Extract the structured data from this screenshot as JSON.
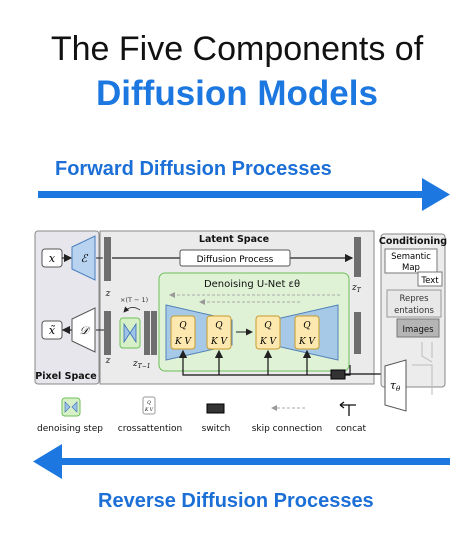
{
  "title": {
    "line1": "The Five Components of",
    "line2": "Diffusion Models"
  },
  "forward_label": "Forward Diffusion Processes",
  "reverse_label": "Reverse Diffusion Processes",
  "diagram": {
    "latent_space": "Latent Space",
    "diffusion_process": "Diffusion Process",
    "denoising_unet": "Denoising U-Net εθ",
    "pixel_space": "Pixel Space",
    "conditioning": "Conditioning",
    "cond_semantic_map": [
      "Semantic",
      "Map"
    ],
    "cond_text": "Text",
    "cond_representations": [
      "Repres",
      "entations"
    ],
    "cond_images": "Images",
    "x": "x",
    "x_tilde": "x̃",
    "encoder": "ℰ",
    "decoder": "𝒟",
    "z": "z",
    "z_T": "z",
    "z_T_sub": "T",
    "z_T1": "z",
    "z_T1_sub": "T−1",
    "repeat": "×(T − 1)",
    "tau": "τ",
    "tau_sub": "θ",
    "qkv_q": "Q",
    "qkv_kv": "K V"
  },
  "legend": {
    "denoising_step": "denoising step",
    "crossattention": "crossattention",
    "switch": "switch",
    "skip_connection": "skip connection",
    "concat": "concat"
  },
  "colors": {
    "accent_blue": "#1c78e0",
    "latent_bg": "#ebebeb",
    "unet_bg": "#dff2d6",
    "unet_border": "#6cbf5a",
    "qkv_fill": "#fde9b0",
    "qkv_border": "#c89a2a",
    "trap_blue": "#9dc3ea",
    "cond_bg": "#ececec",
    "images_fill": "#b5b5b5"
  }
}
